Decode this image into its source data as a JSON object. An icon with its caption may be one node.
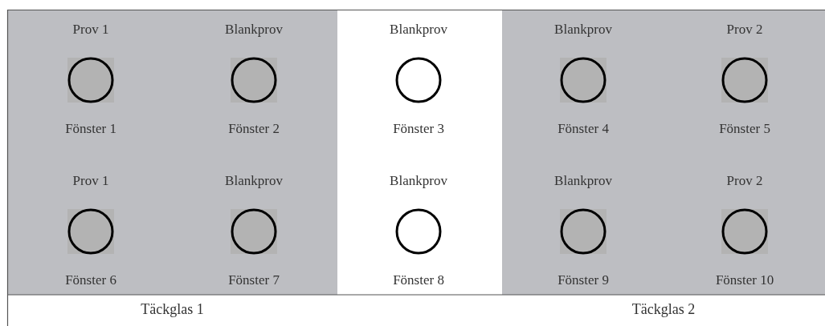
{
  "diagram": {
    "nodes": [
      {
        "text": [
          "Täckglas 1"
        ]
      },
      {
        "text": [
          "Prov 1",
          "Fönster 1"
        ],
        "in": 0
      },
      {
        "text": [
          "Blankprov",
          "Fönster 2"
        ],
        "in": 0
      },
      {
        "text": [
          "Blankprov",
          "Fönster 3"
        ]
      },
      {
        "text": [
          "Täckglas 2"
        ]
      },
      {
        "text": [
          "Blankprov",
          "Fönster 4"
        ],
        "in": 4
      },
      {
        "text": [
          "Prov 2",
          "Fönster 5"
        ],
        "in": 4
      },
      {
        "text": [
          "Prov 1",
          "Fönster 6"
        ],
        "in": 0
      },
      {
        "text": [
          "Blankprov",
          "Fönster 7"
        ],
        "in": 0
      },
      {
        "text": [
          "Blankprov",
          "Fönster 8"
        ]
      },
      {
        "text": [
          "Blankprov",
          "Fönster 9"
        ],
        "in": 4
      },
      {
        "text": [
          "Prov 2",
          "Fönster 10"
        ],
        "in": 4
      }
    ]
  }
}
